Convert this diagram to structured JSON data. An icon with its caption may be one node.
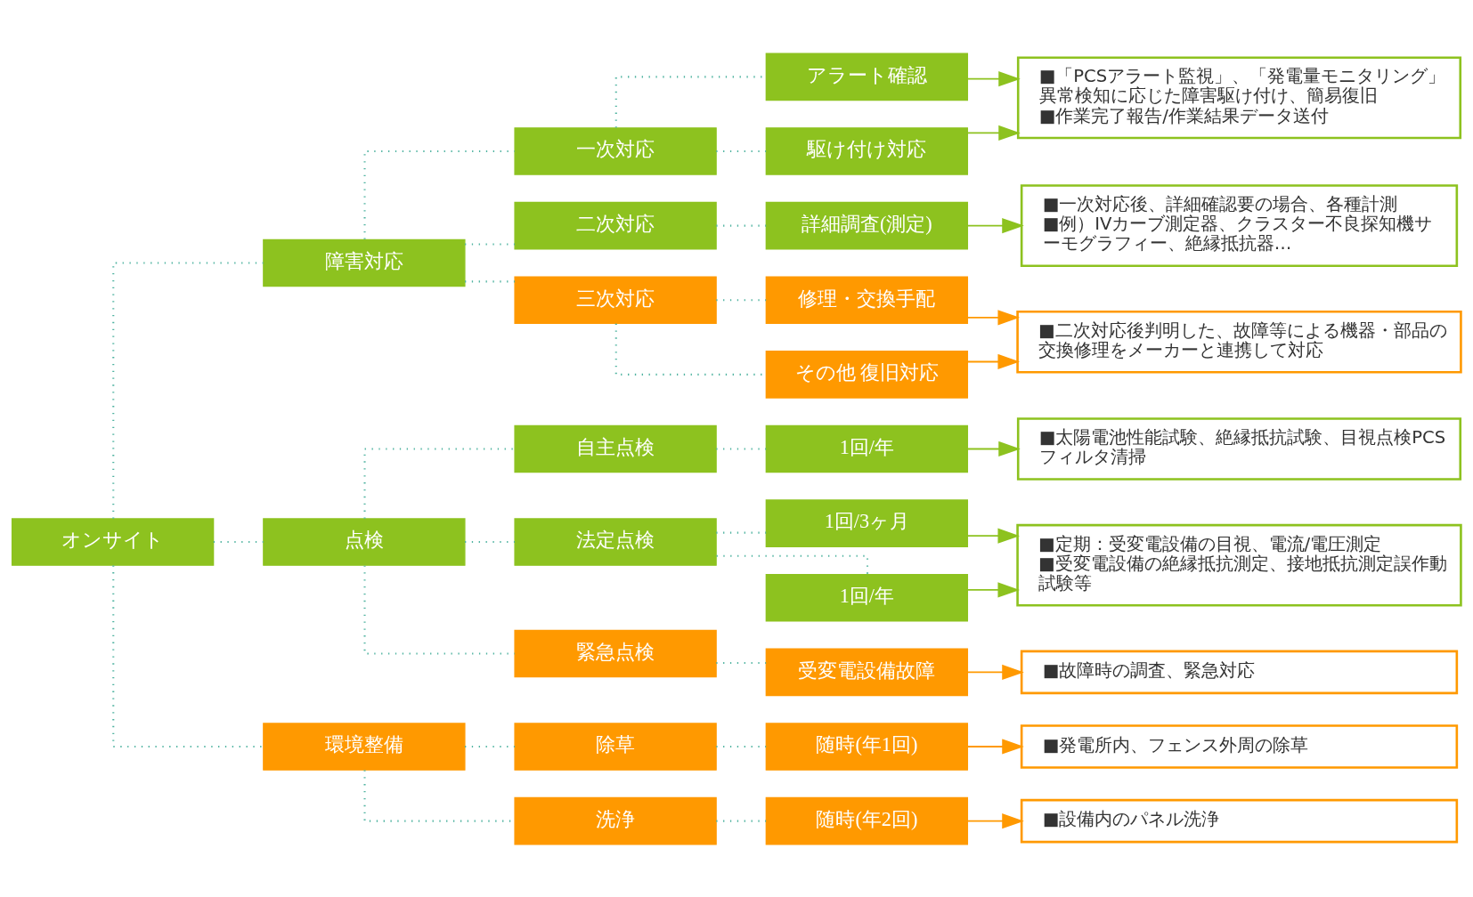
{
  "diagram": {
    "nodes": [
      {
        "text": [
          "オンサイト"
        ]
      },
      {
        "text": [
          "障害対応"
        ]
      },
      {
        "text": [
          "一次対応"
        ]
      },
      {
        "text": [
          "アラート確認"
        ]
      },
      {
        "text": [
          "駆け付け対応"
        ]
      },
      {
        "text": [
          "二次対応"
        ]
      },
      {
        "text": [
          "詳細調査(測定)"
        ]
      },
      {
        "text": [
          "三次対応"
        ]
      },
      {
        "text": [
          "修理・交換手配"
        ]
      },
      {
        "text": [
          "その他 復旧対応"
        ]
      },
      {
        "text": [
          "点検"
        ]
      },
      {
        "text": [
          "自主点検"
        ]
      },
      {
        "text": [
          "1回/年"
        ]
      },
      {
        "text": [
          "法定点検"
        ]
      },
      {
        "text": [
          "1回/3ヶ月"
        ]
      },
      {
        "text": [
          "1回/年"
        ]
      },
      {
        "text": [
          "緊急点検"
        ]
      },
      {
        "text": [
          "受変電設備故障"
        ]
      },
      {
        "text": [
          "環境整備"
        ]
      },
      {
        "text": [
          "除草"
        ]
      },
      {
        "text": [
          "随時(年1回)"
        ]
      },
      {
        "text": [
          "洗浄"
        ]
      },
      {
        "text": [
          "随時(年2回)"
        ]
      },
      {
        "text": [
          "■「PCSアラート監視」、「発電量モニタリング」異常検知に応じた障害駆け付け、簡易復旧",
          "■作業完了報告/作業結果データ送付"
        ]
      },
      {
        "text": [
          "■一次対応後、詳細確認要の場合、各種計測",
          "■例）IVカーブ測定器、クラスター不良探知機サーモグラフィー、絶縁抵抗器…"
        ]
      },
      {
        "text": [
          "■二次対応後判明した、故障等による機器・部品の交換修理をメーカーと連携して対応"
        ]
      },
      {
        "text": [
          "■太陽電池性能試験、絶縁抵抗試験、目視点検PCSフィルタ清掃"
        ]
      },
      {
        "text": [
          "■定期：受変電設備の目視、電流/電圧測定",
          "■受変電設備の絶縁抵抗測定、接地抵抗測定誤作動試験等"
        ]
      },
      {
        "text": [
          "■故障時の調査、緊急対応"
        ]
      },
      {
        "text": [
          "■発電所内、フェンス外周の除草"
        ]
      },
      {
        "text": [
          "■設備内のパネル洗浄"
        ]
      }
    ],
    "edges": [
      {
        "from": 0,
        "to": 1,
        "arrow": "none",
        "style": "dashed"
      },
      {
        "from": 0,
        "to": 10,
        "arrow": "none",
        "style": "dashed"
      },
      {
        "from": 0,
        "to": 18,
        "arrow": "none",
        "style": "dashed"
      },
      {
        "from": 1,
        "to": 2,
        "arrow": "none",
        "style": "dashed"
      },
      {
        "from": 1,
        "to": 5,
        "arrow": "none",
        "style": "dashed"
      },
      {
        "from": 1,
        "to": 7,
        "arrow": "none",
        "style": "dashed"
      },
      {
        "from": 2,
        "to": 3,
        "arrow": "none",
        "style": "dashed"
      },
      {
        "from": 2,
        "to": 4,
        "arrow": "none",
        "style": "dashed"
      },
      {
        "from": 5,
        "to": 6,
        "arrow": "none",
        "style": "dashed"
      },
      {
        "from": 7,
        "to": 8,
        "arrow": "none",
        "style": "dashed"
      },
      {
        "from": 7,
        "to": 9,
        "arrow": "none",
        "style": "dashed"
      },
      {
        "from": 10,
        "to": 11,
        "arrow": "none",
        "style": "dashed"
      },
      {
        "from": 10,
        "to": 13,
        "arrow": "none",
        "style": "dashed"
      },
      {
        "from": 10,
        "to": 16,
        "arrow": "none",
        "style": "dashed"
      },
      {
        "from": 11,
        "to": 12,
        "arrow": "none",
        "style": "dashed"
      },
      {
        "from": 13,
        "to": 14,
        "arrow": "none",
        "style": "dashed"
      },
      {
        "from": 13,
        "to": 15,
        "arrow": "none",
        "style": "dashed"
      },
      {
        "from": 16,
        "to": 17,
        "arrow": "none",
        "style": "dashed"
      },
      {
        "from": 18,
        "to": 19,
        "arrow": "none",
        "style": "dashed"
      },
      {
        "from": 18,
        "to": 21,
        "arrow": "none",
        "style": "dashed"
      },
      {
        "from": 19,
        "to": 20,
        "arrow": "none",
        "style": "dashed"
      },
      {
        "from": 21,
        "to": 22,
        "arrow": "none",
        "style": "dashed"
      },
      {
        "from": 3,
        "to": 23,
        "arrow": "to",
        "color": "#8dc21f"
      },
      {
        "from": 4,
        "to": 23,
        "arrow": "to",
        "color": "#8dc21f"
      },
      {
        "from": 6,
        "to": 24,
        "arrow": "to",
        "color": "#8dc21f"
      },
      {
        "from": 8,
        "to": 25,
        "arrow": "to",
        "color": "#ff9900"
      },
      {
        "from": 9,
        "to": 25,
        "arrow": "to",
        "color": "#ff9900"
      },
      {
        "from": 12,
        "to": 26,
        "arrow": "to",
        "color": "#8dc21f"
      },
      {
        "from": 14,
        "to": 27,
        "arrow": "to",
        "color": "#8dc21f"
      },
      {
        "from": 15,
        "to": 27,
        "arrow": "to",
        "color": "#8dc21f"
      },
      {
        "from": 17,
        "to": 28,
        "arrow": "to",
        "color": "#ff9900"
      },
      {
        "from": 20,
        "to": 29,
        "arrow": "to",
        "color": "#ff9900"
      },
      {
        "from": 22,
        "to": 30,
        "arrow": "to",
        "color": "#ff9900"
      }
    ]
  }
}
